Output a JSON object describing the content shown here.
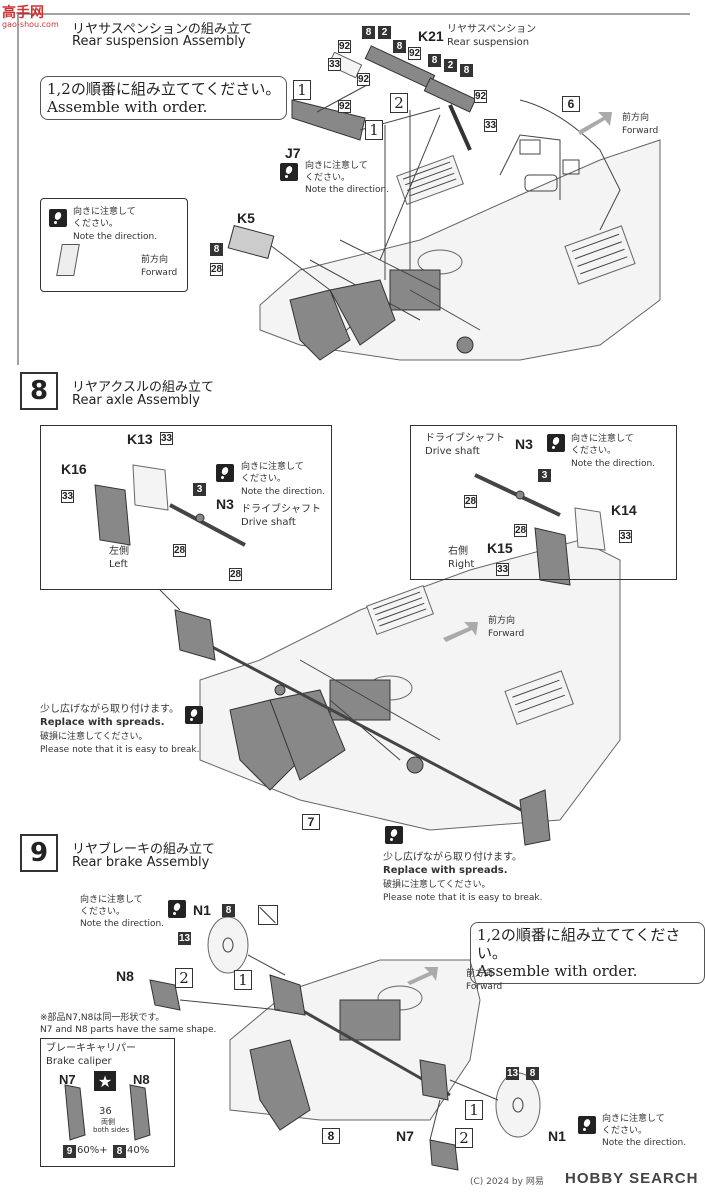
{
  "watermark_top": {
    "site_jp": "高手网",
    "site_url": "gao-shou.com"
  },
  "step7": {
    "jp": "リヤサスペンションの組み立て",
    "en": "Rear suspension Assembly",
    "order_jp": "1,2の順番に組み立ててください。",
    "order_en": "Assemble with order.",
    "parts": {
      "p8a": "8",
      "p2a": "2",
      "p92a": "92",
      "p8b": "8",
      "k21": "K21",
      "k21_jp": "リヤサスペンション",
      "k21_en": "Rear suspension",
      "p33a": "33",
      "p92b": "92",
      "p8c": "8",
      "p2b": "2",
      "p8d": "8",
      "p92c": "92",
      "p92d": "92",
      "p92e": "92",
      "p33b": "33",
      "j7": "J7",
      "n1": "1",
      "n2": "2",
      "n1b": "1",
      "p6": "6",
      "k5": "K5",
      "p8k5": "8",
      "p28k5": "28"
    },
    "note_jp": "向きに注意して\nください。",
    "note_en": "Note the direction.",
    "inset_note_jp": "向きに注意して\nください。",
    "inset_note_en": "Note the direction.",
    "inset_fwd_jp": "前方向",
    "inset_fwd_en": "Forward",
    "fwd_jp": "前方向",
    "fwd_en": "Forward"
  },
  "step8": {
    "num": "8",
    "jp": "リヤアクスルの組み立て",
    "en": "Rear axle Assembly",
    "left_panel": {
      "k13": "K13",
      "p33a": "33",
      "k16": "K16",
      "p33b": "33",
      "note_jp": "向きに注意して\nください。",
      "note_en": "Note the direction.",
      "p3": "3",
      "n3": "N3",
      "ds_jp": "ドライブシャフト",
      "ds_en": "Drive shaft",
      "p28a": "28",
      "p28b": "28",
      "side_jp": "左側",
      "side_en": "Left"
    },
    "right_panel": {
      "ds_jp": "ドライブシャフト",
      "ds_en": "Drive shaft",
      "n3": "N3",
      "note_jp": "向きに注意して\nください。",
      "note_en": "Note the direction.",
      "p3": "3",
      "p28a": "28",
      "p28b": "28",
      "k14": "K14",
      "p33a": "33",
      "k15": "K15",
      "p33b": "33",
      "side_jp": "右側",
      "side_en": "Right"
    },
    "fwd_jp": "前方向",
    "fwd_en": "Forward",
    "warn1_jp": "少し広げながら取り付けます。",
    "warn1_en": "Replace with spreads.",
    "warn1_jp2": "破損に注意してください。",
    "warn1_en2": "Please note that it is easy to break.",
    "p7": "7",
    "warn2_jp": "少し広げながら取り付けます。",
    "warn2_en": "Replace with spreads.",
    "warn2_jp2": "破損に注意してください。",
    "warn2_en2": "Please note that it is easy to break."
  },
  "step9": {
    "num": "9",
    "jp": "リヤブレーキの組み立て",
    "en": "Rear brake Assembly",
    "note_jp": "向きに注意して\nください。",
    "note_en": "Note the direction.",
    "n1": "N1",
    "p8": "8",
    "p13": "13",
    "n1_order": "1",
    "n8": "N8",
    "n8_order": "2",
    "order_jp": "1,2の順番に組み立ててください。",
    "order_en": "Assemble with order.",
    "fwd_jp": "前方向",
    "fwd_en": "Forward",
    "same_jp": "※部品N7,N8は同一形状です。",
    "same_en": "N7 and N8 parts have the same shape.",
    "caliper_jp": "ブレーキキャリパー",
    "caliper_en": "Brake caliper",
    "c_n7": "N7",
    "c_n8": "N8",
    "c_36": "36",
    "c_both_jp": "両側",
    "c_both_en": "both sides",
    "c_mix_a": "9",
    "c_mix_pct_a": "60%+",
    "c_mix_b": "8",
    "c_mix_pct_b": "40%",
    "n1_order_b": "1",
    "p13b": "13",
    "p8b": "8",
    "n1b": "N1",
    "n7": "N7",
    "n7_order": "2",
    "note2_jp": "向きに注意して\nください。",
    "note2_en": "Note the direction.",
    "p8bottom": "8"
  },
  "watermark_bottom": {
    "text": "(C) 2024 by 网易",
    "brand": "HOBBY SEARCH"
  }
}
